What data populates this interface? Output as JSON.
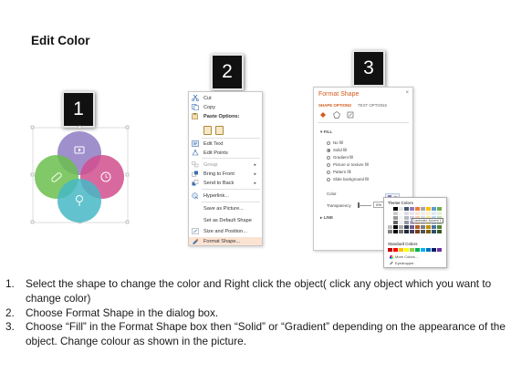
{
  "title": "Edit Color",
  "steps": [
    {
      "number": "1",
      "label": "1"
    },
    {
      "number": "2",
      "label": "2"
    },
    {
      "number": "3",
      "label": "3"
    }
  ],
  "venn": {
    "colors": {
      "top": "#8e7cc3",
      "left": "#6bbf4e",
      "right": "#d14f8e",
      "bottom": "#46b8c6"
    }
  },
  "context_menu": {
    "items": [
      {
        "label": "Cut",
        "icon": "scissors-icon"
      },
      {
        "label": "Copy",
        "icon": "copy-icon"
      },
      {
        "label": "Paste Options:",
        "icon": "paste-icon"
      },
      {
        "label": "Edit Text",
        "icon": "edit-text-icon"
      },
      {
        "label": "Edit Points",
        "icon": "edit-points-icon"
      },
      {
        "label": "Group",
        "icon": "group-icon",
        "submenu": true
      },
      {
        "label": "Bring to Front",
        "icon": "bring-to-front-icon",
        "submenu": true
      },
      {
        "label": "Send to Back",
        "icon": "send-to-back-icon",
        "submenu": true
      },
      {
        "label": "Hyperlink...",
        "icon": "hyperlink-icon"
      },
      {
        "label": "Save as Picture...",
        "icon": ""
      },
      {
        "label": "Set as Default Shape",
        "icon": ""
      },
      {
        "label": "Size and Position...",
        "icon": "size-position-icon"
      },
      {
        "label": "Format Shape...",
        "icon": "format-shape-icon",
        "highlighted": true
      }
    ]
  },
  "format_pane": {
    "title": "Format Shape",
    "close": "×",
    "tab_active": "SHAPE OPTIONS",
    "tab_inactive": "TEXT OPTIONS",
    "section_fill": "FILL",
    "fill_options": [
      "No fill",
      "Solid fill",
      "Gradient fill",
      "Picture or texture fill",
      "Pattern fill",
      "Slide background fill"
    ],
    "selected_fill": "Solid fill",
    "color_label": "Color",
    "transparency_label": "Transparency",
    "transparency_value": "0%",
    "section_line": "LINE"
  },
  "palette": {
    "theme_header": "Theme Colors",
    "tooltip": "Lavender, Accent 1",
    "standard_header": "Standard Colors",
    "more_colors": "More Colors...",
    "eyedropper": "Eyedropper",
    "theme_colors": [
      "#ffffff",
      "#000000",
      "#e7e6e6",
      "#44546a",
      "#8e7cc3",
      "#ed7d31",
      "#a5a5a5",
      "#ffc000",
      "#5b9bd5",
      "#70ad47"
    ],
    "standard_colors": [
      "#c00000",
      "#ff0000",
      "#ffc000",
      "#ffff00",
      "#92d050",
      "#00b050",
      "#00b0f0",
      "#0070c0",
      "#002060",
      "#7030a0"
    ]
  },
  "instructions": [
    {
      "num": "1.",
      "text": "Select the shape to change the color and Right click the object( click any object which you want to change color)"
    },
    {
      "num": "2.",
      "text": "Choose Format Shape in the dialog box."
    },
    {
      "num": "3.",
      "text": "Choose “Fill” in the Format Shape box then “Solid” or “Gradient” depending on the appearance of the object. Change colour as shown in the picture."
    }
  ]
}
